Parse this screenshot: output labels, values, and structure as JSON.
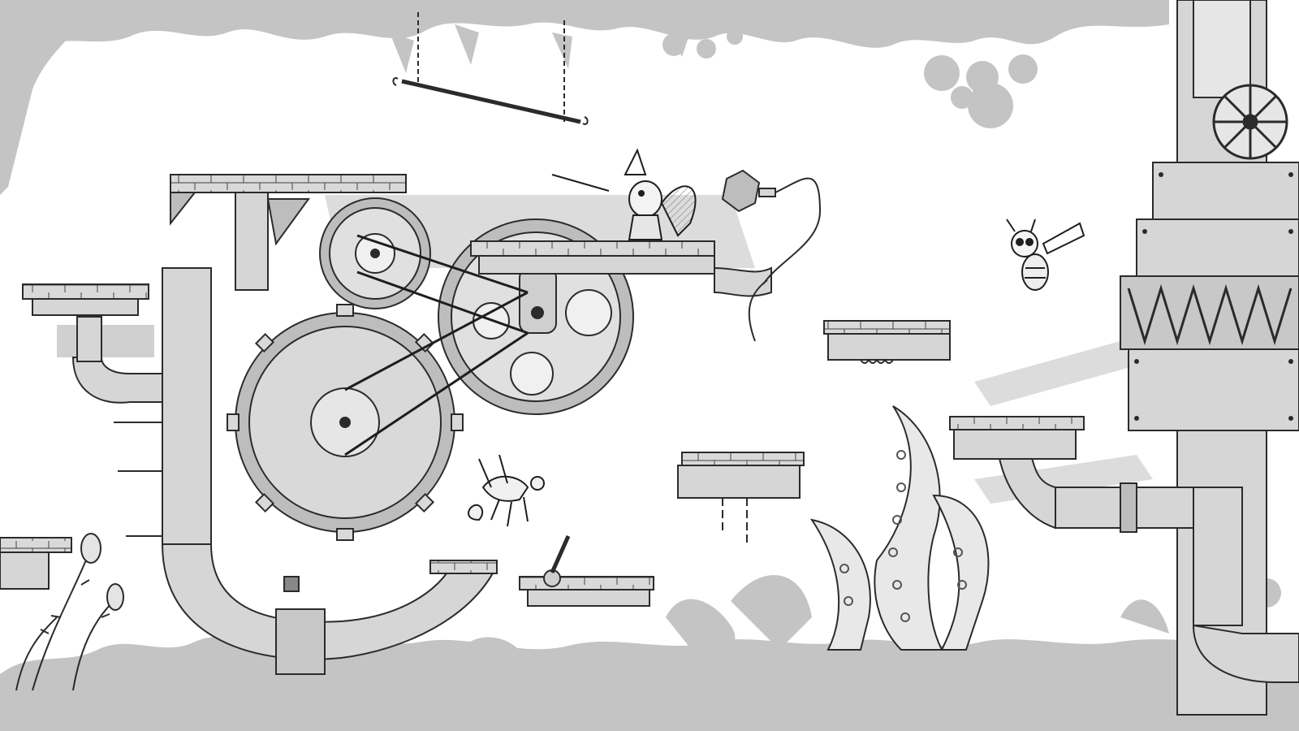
{
  "scene": {
    "style": "pencil-sketch side-scrolling platformer level concept",
    "palette": {
      "background": "#ffffff",
      "ink": "#2b2b2b",
      "silhouette": "#c4c4c4",
      "mid_gray": "#d6d6d6",
      "dark_gray": "#9a9a9a",
      "highlight": "#e9ecd4"
    },
    "elements": [
      "hanging-swing-bar",
      "large-gear-top",
      "large-gear-middle",
      "large-gear-bottom-left",
      "drive-belt",
      "bent-pipe",
      "raccoon-swordsman-character",
      "bee-enemy",
      "bug-enemy",
      "tentacle-monster",
      "thorny-plant",
      "industrial-tower",
      "valve-wheel",
      "robot-claw",
      "floating-platform-left",
      "floating-platform-center",
      "floating-platform-chain",
      "floating-platform-lever",
      "floating-platform-right",
      "floating-platform-edge",
      "horizontal-pipe-right"
    ]
  }
}
